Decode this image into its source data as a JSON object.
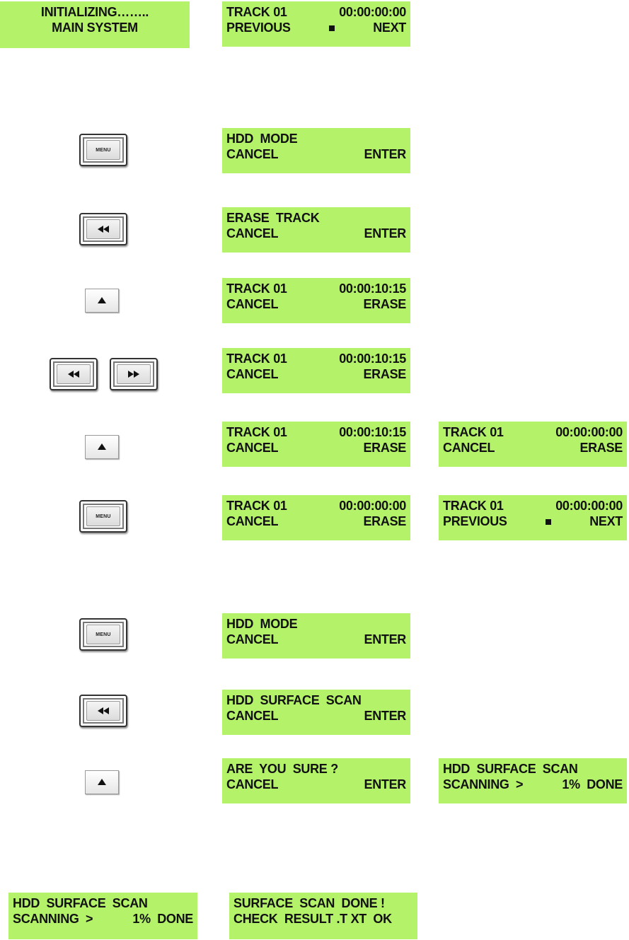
{
  "colors": {
    "lcd_background": "#b4f26a",
    "lcd_text": "#111111"
  },
  "buttons": {
    "menu_label": "MENU",
    "rewind_icon": "double-left-triangle-icon",
    "forward_icon": "double-right-triangle-icon",
    "up_icon": "up-triangle-icon"
  },
  "displays": [
    {
      "line1_left": "INITIALIZING……..",
      "line1_right": "",
      "line2_left": "MAIN SYSTEM",
      "line2_mid": "",
      "line2_right": ""
    },
    {
      "line1_left": "TRACK 01",
      "line1_right": "00:00:00:00",
      "line2_left": "PREVIOUS",
      "line2_mid": "■",
      "line2_right": "NEXT"
    },
    {
      "line1_left": "HDD  MODE",
      "line1_right": "",
      "line2_left": "CANCEL",
      "line2_mid": "",
      "line2_right": "ENTER"
    },
    {
      "line1_left": "ERASE  TRACK",
      "line1_right": "",
      "line2_left": "CANCEL",
      "line2_mid": "",
      "line2_right": "ENTER"
    },
    {
      "line1_left": "TRACK 01",
      "line1_right": "00:00:10:15",
      "line2_left": "CANCEL",
      "line2_mid": "",
      "line2_right": "ERASE"
    },
    {
      "line1_left": "TRACK 01",
      "line1_right": "00:00:10:15",
      "line2_left": "CANCEL",
      "line2_mid": "",
      "line2_right": "ERASE"
    },
    {
      "line1_left": "TRACK 01",
      "line1_right": "00:00:10:15",
      "line2_left": "CANCEL",
      "line2_mid": "",
      "line2_right": "ERASE"
    },
    {
      "line1_left": "TRACK 01",
      "line1_right": "00:00:00:00",
      "line2_left": "CANCEL",
      "line2_mid": "",
      "line2_right": "ERASE"
    },
    {
      "line1_left": "TRACK 01",
      "line1_right": "00:00:00:00",
      "line2_left": "CANCEL",
      "line2_mid": "",
      "line2_right": "ERASE"
    },
    {
      "line1_left": "TRACK 01",
      "line1_right": "00:00:00:00",
      "line2_left": "PREVIOUS",
      "line2_mid": "■",
      "line2_right": "NEXT"
    },
    {
      "line1_left": "HDD  MODE",
      "line1_right": "",
      "line2_left": "CANCEL",
      "line2_mid": "",
      "line2_right": "ENTER"
    },
    {
      "line1_left": "HDD  SURFACE  SCAN",
      "line1_right": "",
      "line2_left": "CANCEL",
      "line2_mid": "",
      "line2_right": "ENTER"
    },
    {
      "line1_left": "ARE  YOU  SURE ?",
      "line1_right": "",
      "line2_left": "CANCEL",
      "line2_mid": "",
      "line2_right": "ENTER"
    },
    {
      "line1_left": "HDD  SURFACE  SCAN",
      "line1_right": "",
      "line2_left": "SCANNING  >",
      "line2_mid": "",
      "line2_right": "1%  DONE"
    },
    {
      "line1_left": "HDD  SURFACE  SCAN",
      "line1_right": "",
      "line2_left": "SCANNING  >",
      "line2_mid": "",
      "line2_right": "1%  DONE"
    },
    {
      "line1_left": "SURFACE  SCAN  DONE !",
      "line1_right": "",
      "line2_left": "CHECK  RESULT .T XT  OK",
      "line2_mid": "",
      "line2_right": ""
    }
  ]
}
